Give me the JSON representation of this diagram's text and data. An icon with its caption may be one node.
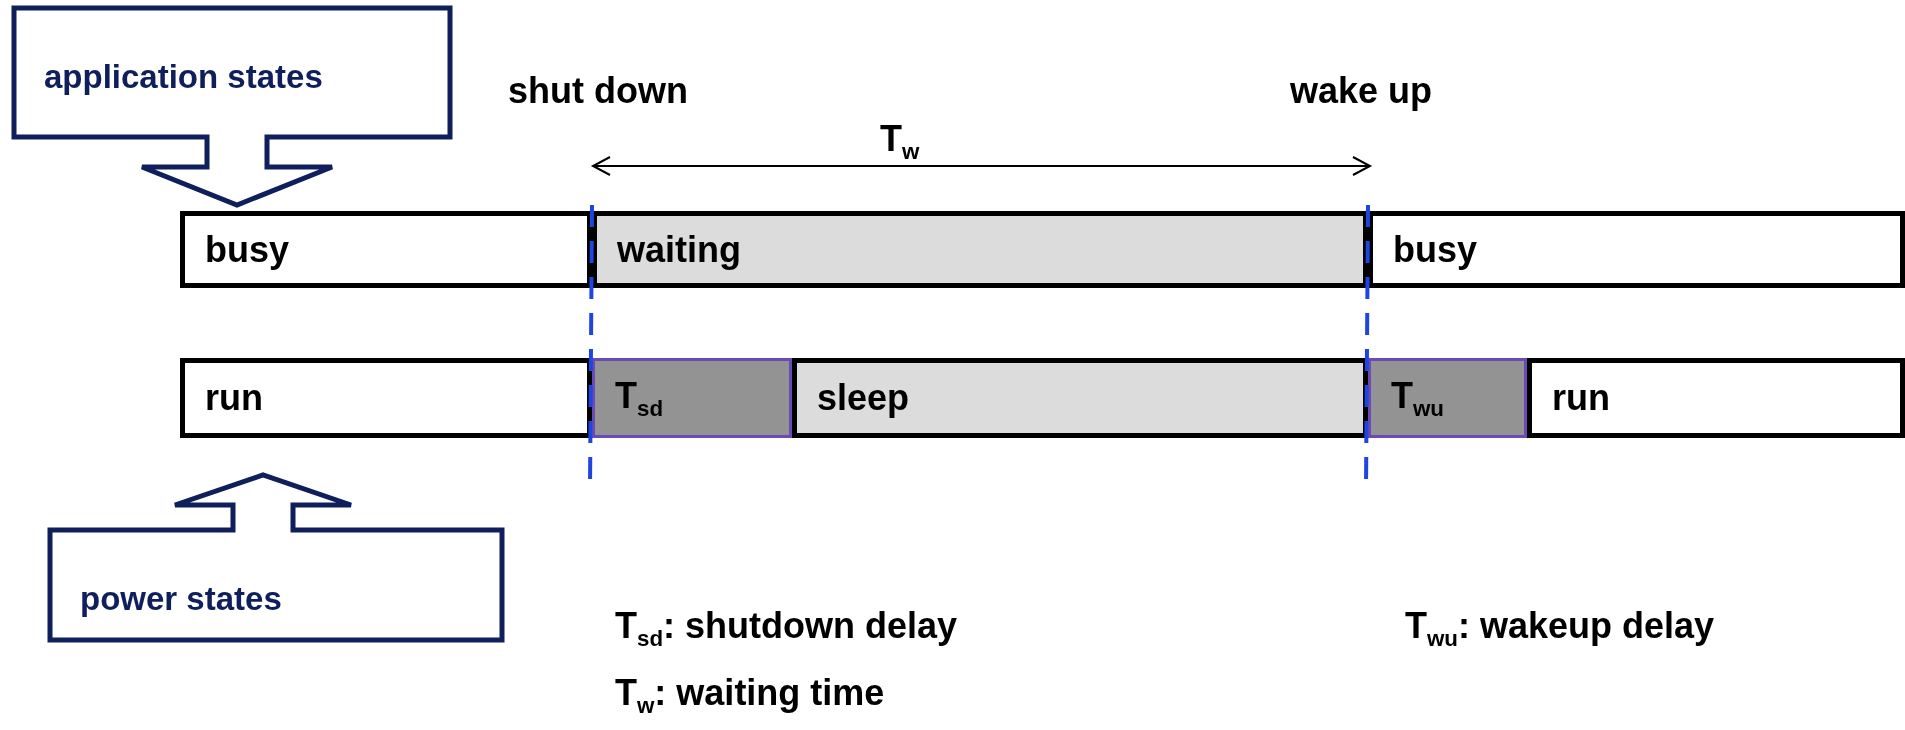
{
  "diagram": {
    "nodes": [
      {
        "text": [
          "application states"
        ]
      },
      {
        "text": [
          "busy"
        ]
      },
      {
        "text": [
          "waiting"
        ]
      },
      {
        "text": [
          "busy"
        ]
      },
      {
        "text": [
          "run"
        ]
      },
      {
        "text": [
          "T$_{sd}$"
        ]
      },
      {
        "text": [
          "sleep"
        ]
      },
      {
        "text": [
          "T$_{wu}$"
        ]
      },
      {
        "text": [
          "run"
        ]
      },
      {
        "text": [
          "power states"
        ]
      }
    ],
    "labels": [
      "shut down",
      "wake up",
      "T$_{w}$",
      "T$_{sd}$: shutdown delay",
      "T$_{wu}$: wakeup delay",
      "T$_{w}$: waiting time"
    ]
  }
}
